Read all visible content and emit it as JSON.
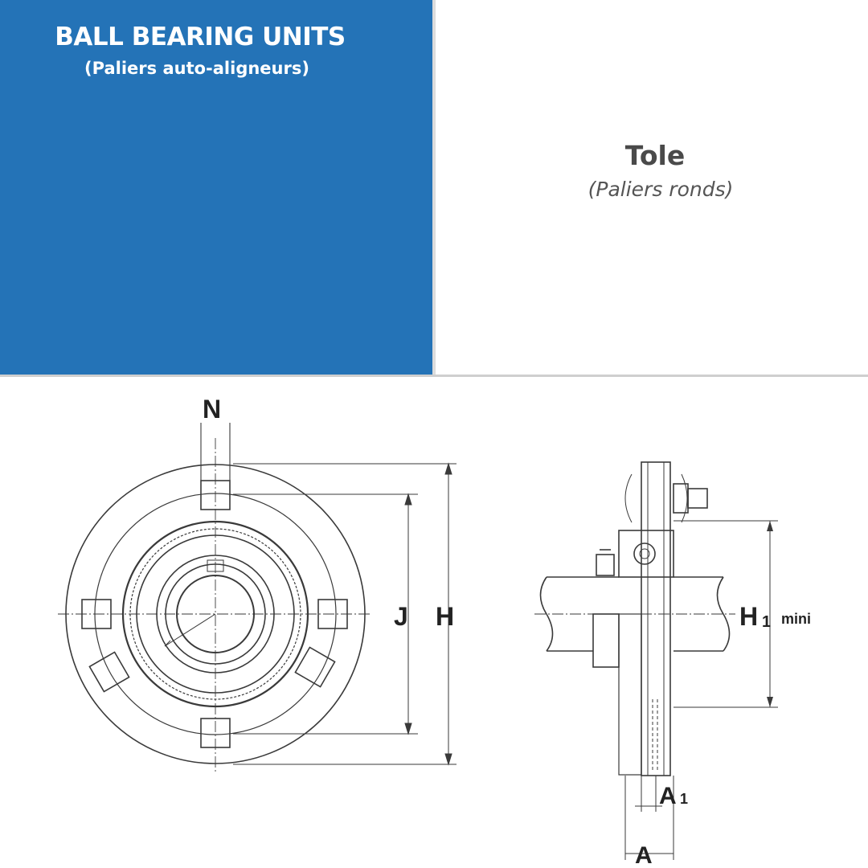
{
  "header": {
    "title": "BALL BEARING UNITS",
    "subtitle": "(Paliers auto-aligneurs)"
  },
  "product": {
    "title": "Tole",
    "subtitle": "(Paliers ronds)"
  },
  "diagram": {
    "labels": {
      "n": "N",
      "j": "J",
      "h": "H",
      "h1": "H",
      "h1_sub": "1",
      "h1_suffix": "mini",
      "a1": "A",
      "a1_sub": "1",
      "a": "A"
    }
  },
  "colors": {
    "header_bg": "#2473b7",
    "line": "#3a3a3a"
  }
}
